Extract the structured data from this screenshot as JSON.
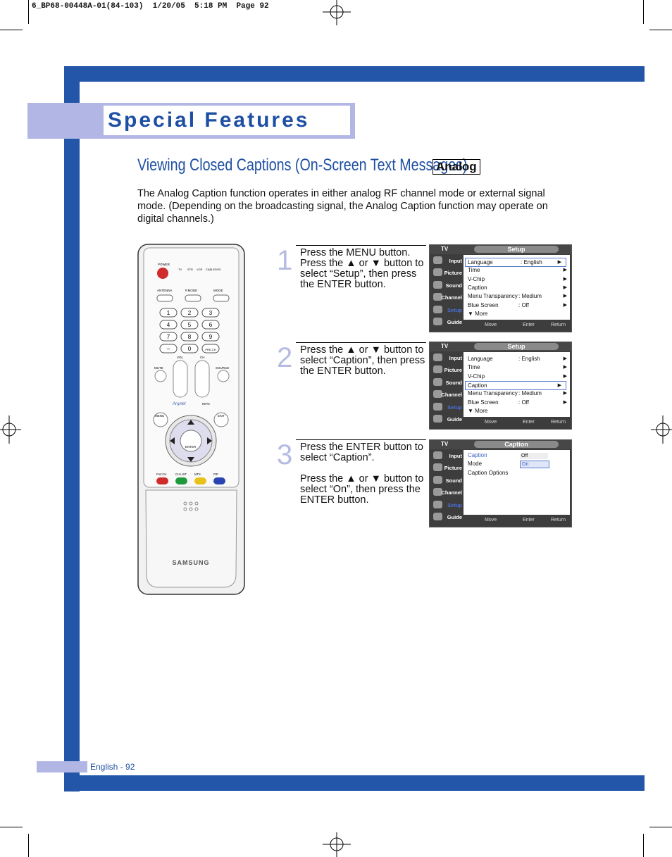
{
  "header_line": "6_BP68-00448A-01(84-103)  1/20/05  5:18 PM  Page 92",
  "title": "Special Features",
  "subtitle": "Viewing Closed Captions (On-Screen Text Messages)",
  "badge": "Analog",
  "intro": "The Analog Caption function operates in either analog RF channel mode or external signal mode. (Depending on the broadcasting signal, the Analog Caption function may operate on digital channels.)",
  "steps": [
    {
      "num": "1",
      "text": "Press the MENU button. Press the ▲ or ▼ button to select “Setup”, then press the ENTER button."
    },
    {
      "num": "2",
      "text": "Press the ▲ or ▼ button to select “Caption”, then press the ENTER button."
    },
    {
      "num": "3",
      "text": "Press the ENTER button to select “Caption”.",
      "text2": "Press the ▲ or ▼ button to select “On”, then press the ENTER button."
    }
  ],
  "osd": {
    "tv_label": "TV",
    "sidebar": [
      "Input",
      "Picture",
      "Sound",
      "Channel",
      "Setup",
      "Guide"
    ],
    "footer": {
      "move": "Move",
      "enter": "Enter",
      "return": "Return"
    },
    "setup_title": "Setup",
    "setup_rows": [
      {
        "label": "Language",
        "value": ": English"
      },
      {
        "label": "Time",
        "value": ""
      },
      {
        "label": "V-Chip",
        "value": ""
      },
      {
        "label": "Caption",
        "value": ""
      },
      {
        "label": "Menu Transparency",
        "value": ": Medium"
      },
      {
        "label": "Blue Screen",
        "value": ": Off"
      }
    ],
    "more": "▼ More",
    "caption_title": "Caption",
    "caption_rows": [
      {
        "label": "Caption",
        "value": "Off"
      },
      {
        "label": "Mode",
        "value": "On"
      },
      {
        "label": "Caption Options",
        "value": ""
      }
    ]
  },
  "remote": {
    "power": "POWER",
    "modes": [
      "TV",
      "STB",
      "VCR",
      "CABLE",
      "DVD"
    ],
    "antenna": "ANTENNA",
    "pmode": "P.MODE",
    "mode": "MODE",
    "digits": [
      "1",
      "2",
      "3",
      "4",
      "5",
      "6",
      "7",
      "8",
      "9",
      "–",
      "0",
      "PRE-CH"
    ],
    "vol": "VOL",
    "ch": "CH",
    "mute": "MUTE",
    "source": "SOURCE",
    "anynet": "Anynet",
    "info": "INFO",
    "menu": "MENU",
    "exit": "EXIT",
    "enter": "ENTER",
    "color_buttons": [
      "FAV.CH",
      "CH.LIST",
      "MTS",
      "PIP"
    ],
    "brand": "SAMSUNG"
  },
  "footer_text": "English - 92",
  "colors": {
    "brand_blue": "#2356a8",
    "lavender": "#b2b6e4"
  }
}
